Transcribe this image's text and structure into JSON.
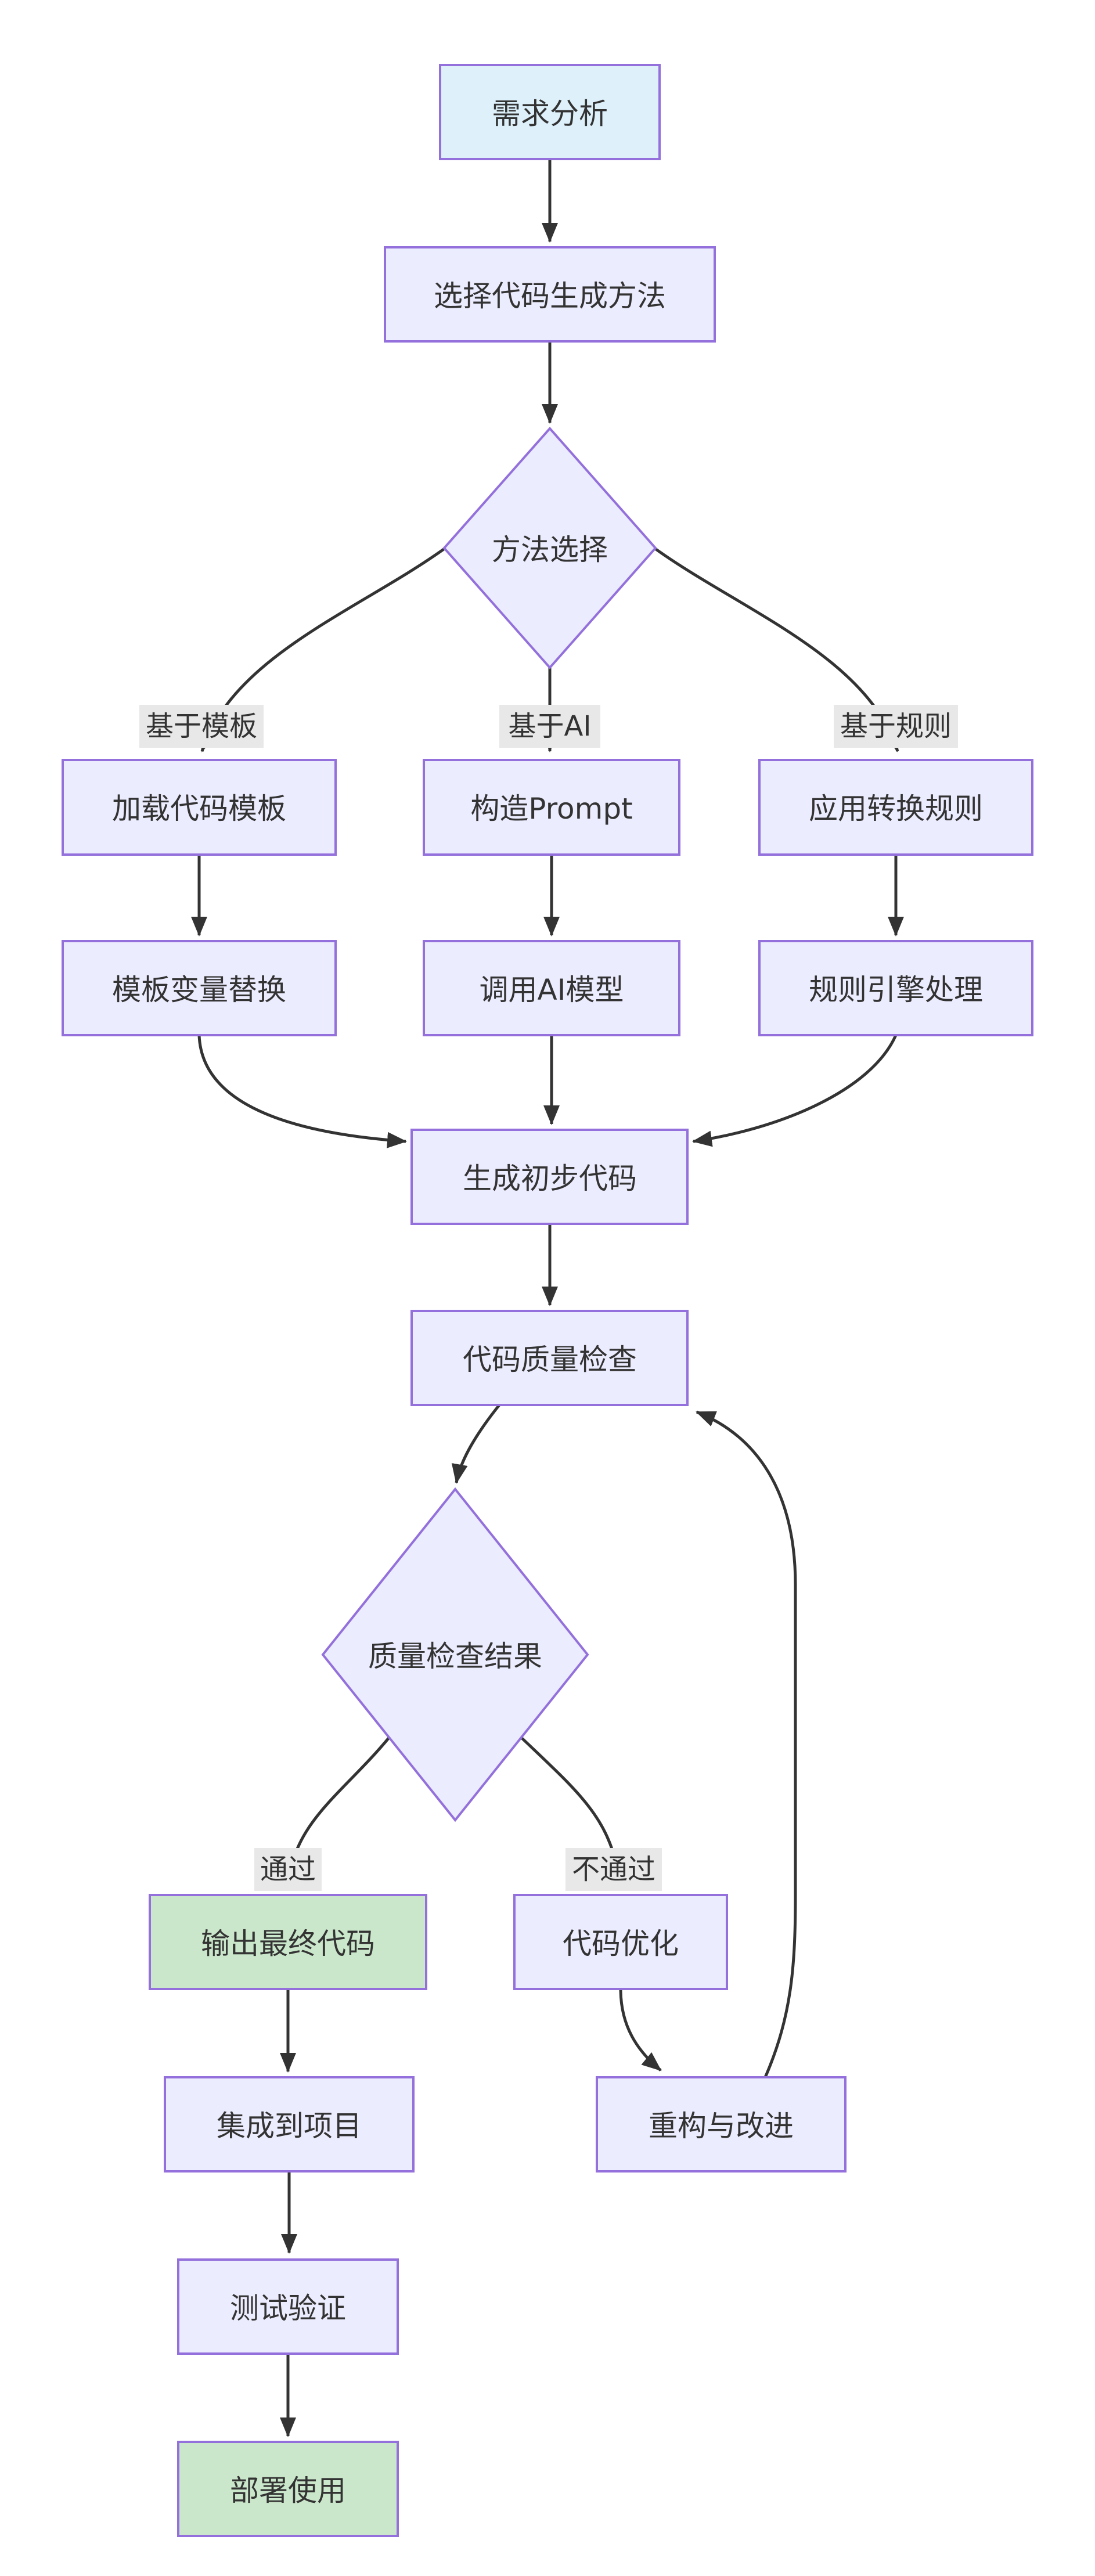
{
  "page": {
    "background": "#ffffff"
  },
  "colors": {
    "node_fill": "#ECECFF",
    "node_border": "#9370DB",
    "start_fill": "#DEF1FB",
    "success_fill": "#CBE7CB",
    "edge": "#333333",
    "arrow": "#333333",
    "label_bg": "#e8e8e8",
    "text": "#333333"
  },
  "diagram": {
    "type": "flowchart-top-down",
    "nodes": {
      "requirements": {
        "label": "需求分析",
        "shape": "rect",
        "style": "start"
      },
      "select_method": {
        "label": "选择代码生成方法",
        "shape": "rect",
        "style": "default"
      },
      "method_choice": {
        "label": "方法选择",
        "shape": "diamond",
        "style": "default"
      },
      "load_template": {
        "label": "加载代码模板",
        "shape": "rect",
        "style": "default"
      },
      "build_prompt": {
        "label": "构造Prompt",
        "shape": "rect",
        "style": "default"
      },
      "apply_rules": {
        "label": "应用转换规则",
        "shape": "rect",
        "style": "default"
      },
      "template_vars": {
        "label": "模板变量替换",
        "shape": "rect",
        "style": "default"
      },
      "call_ai": {
        "label": "调用AI模型",
        "shape": "rect",
        "style": "default"
      },
      "rule_engine": {
        "label": "规则引擎处理",
        "shape": "rect",
        "style": "default"
      },
      "gen_code": {
        "label": "生成初步代码",
        "shape": "rect",
        "style": "default"
      },
      "quality_check": {
        "label": "代码质量检查",
        "shape": "rect",
        "style": "default"
      },
      "quality_result": {
        "label": "质量检查结果",
        "shape": "diamond",
        "style": "default"
      },
      "output_final": {
        "label": "输出最终代码",
        "shape": "rect",
        "style": "success"
      },
      "optimize": {
        "label": "代码优化",
        "shape": "rect",
        "style": "default"
      },
      "integrate": {
        "label": "集成到项目",
        "shape": "rect",
        "style": "default"
      },
      "refactor": {
        "label": "重构与改进",
        "shape": "rect",
        "style": "default"
      },
      "test": {
        "label": "测试验证",
        "shape": "rect",
        "style": "default"
      },
      "deploy": {
        "label": "部署使用",
        "shape": "rect",
        "style": "success"
      }
    },
    "edge_labels": {
      "template_based": "基于模板",
      "ai_based": "基于AI",
      "rule_based": "基于规则",
      "pass": "通过",
      "fail": "不通过"
    }
  }
}
